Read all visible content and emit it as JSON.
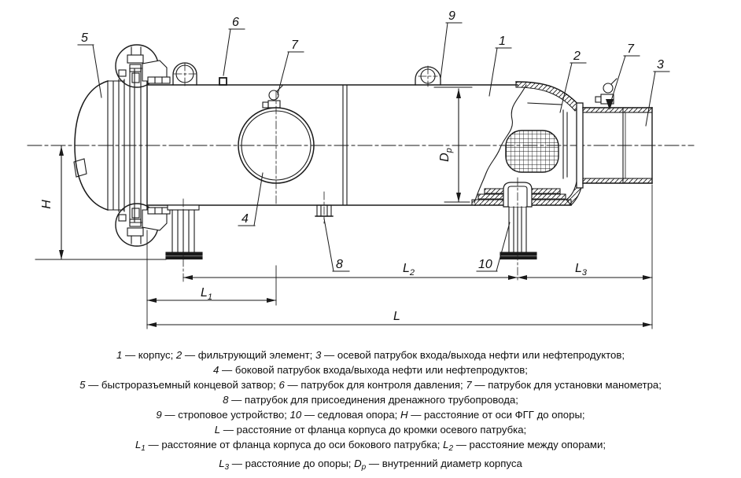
{
  "diagram": {
    "callouts": {
      "c1": "1",
      "c2": "2",
      "c3": "3",
      "c4": "4",
      "c5": "5",
      "c6": "6",
      "c7a": "7",
      "c7b": "7",
      "c8": "8",
      "c9": "9",
      "c10": "10"
    },
    "dimensions": {
      "H": "H",
      "Dp": {
        "main": "D",
        "sub": "p"
      },
      "L": "L",
      "L1": {
        "main": "L",
        "sub": "1"
      },
      "L2": {
        "main": "L",
        "sub": "2"
      },
      "L3": {
        "main": "L",
        "sub": "3"
      }
    },
    "colors": {
      "line": "#1a1a1a",
      "background": "#ffffff"
    }
  },
  "legend": {
    "lines": [
      [
        {
          "t": "1",
          "i": true
        },
        {
          "t": " — корпус; "
        },
        {
          "t": "2",
          "i": true
        },
        {
          "t": " — фильтрующий элемент; "
        },
        {
          "t": "3",
          "i": true
        },
        {
          "t": " — осевой патрубок входа/выхода нефти или нефтепродуктов;"
        }
      ],
      [
        {
          "t": "4",
          "i": true
        },
        {
          "t": " — боковой патрубок входа/выхода нефти или нефтепродуктов;"
        }
      ],
      [
        {
          "t": "5",
          "i": true
        },
        {
          "t": " — быстроразъемный концевой затвор; "
        },
        {
          "t": "6",
          "i": true
        },
        {
          "t": " — патрубок для контроля давления; "
        },
        {
          "t": "7",
          "i": true
        },
        {
          "t": " — патрубок для установки манометра;"
        }
      ],
      [
        {
          "t": "8",
          "i": true
        },
        {
          "t": " — патрубок для присоединения дренажного трубопровода;"
        }
      ],
      [
        {
          "t": "9",
          "i": true
        },
        {
          "t": " — строповое устройство; "
        },
        {
          "t": "10",
          "i": true
        },
        {
          "t": " — седловая опора; "
        },
        {
          "t": "H",
          "i": true
        },
        {
          "t": " — расстояние от оси ФГГ до опоры;"
        }
      ],
      [
        {
          "t": "L",
          "i": true
        },
        {
          "t": " — расстояние от фланца корпуса до кромки осевого патрубка;"
        }
      ],
      [
        {
          "t": "L",
          "i": true
        },
        {
          "t": "1",
          "i": true,
          "sub": true
        },
        {
          "t": " — расстояние от фланца корпуса до оси бокового патрубка; "
        },
        {
          "t": "L",
          "i": true
        },
        {
          "t": "2",
          "i": true,
          "sub": true
        },
        {
          "t": " — расстояние между опорами;"
        }
      ],
      [
        {
          "t": "L",
          "i": true
        },
        {
          "t": "3",
          "i": true,
          "sub": true
        },
        {
          "t": " — расстояние до опоры; "
        },
        {
          "t": "D",
          "i": true
        },
        {
          "t": "p",
          "i": true,
          "sub": true
        },
        {
          "t": " — внутренний диаметр корпуса"
        }
      ]
    ]
  }
}
